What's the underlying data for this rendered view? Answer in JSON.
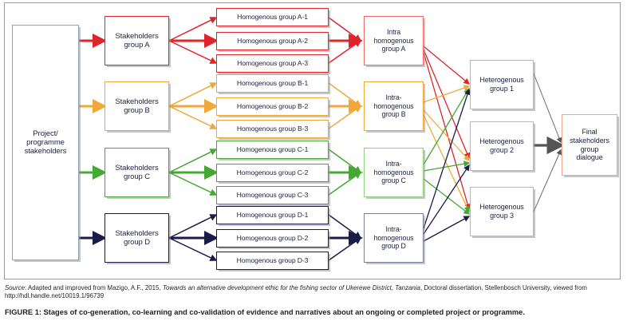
{
  "figure": {
    "root": {
      "label": "Project/\nprogramme\nstakeholders"
    },
    "stakeholder_groups": [
      {
        "id": "A",
        "label": "Stakeholders\ngroup A",
        "color": "#e0242b"
      },
      {
        "id": "B",
        "label": "Stakeholders\ngroup B",
        "color": "#f0a938"
      },
      {
        "id": "C",
        "label": "Stakeholders\ngroup C",
        "color": "#44a832"
      },
      {
        "id": "D",
        "label": "Stakeholders\ngroup D",
        "color": "#1b1b4a"
      }
    ],
    "homogenous_groups": [
      {
        "label": "Homogenous group A-1"
      },
      {
        "label": "Homogenous group A-2"
      },
      {
        "label": "Homogenous group A-3"
      },
      {
        "label": "Homogenous group B-1"
      },
      {
        "label": "Homogenous group B-2"
      },
      {
        "label": "Homogenous group B-3"
      },
      {
        "label": "Homogenous group C-1"
      },
      {
        "label": "Homogenous group C-2"
      },
      {
        "label": "Homogenous group C-3"
      },
      {
        "label": "Homogenous group D-1"
      },
      {
        "label": "Homogenous group D-2"
      },
      {
        "label": "Homogenous group D-3"
      }
    ],
    "intra_homogenous_groups": [
      {
        "label": "Intra\nhomogenous\ngroup A",
        "color": "#f06a6a"
      },
      {
        "label": "Intra-\nhomogenous\ngroup B",
        "color": "#f0a938"
      },
      {
        "label": "Intra-\nhomogenous\ngroup C",
        "color": "#8ed07a"
      },
      {
        "label": "Intra-\nhomogenous\ngroup D",
        "color": "#7b7f9e"
      }
    ],
    "heterogenous_groups": [
      {
        "label": "Heterogenous\ngroup 1"
      },
      {
        "label": "Heterogenous\ngroup 2"
      },
      {
        "label": "Heterogenous\ngroup 3"
      }
    ],
    "final": {
      "label": "Final\nstakeholders\ngroup\ndialogue",
      "color": "#f4a58e"
    }
  },
  "source": {
    "prefix": "Source",
    "text_before_title": ": Adapted and improved from Mazigo, A.F., 2015, ",
    "title": "Towards an alternative development ethic for the fishing sector of Ukerewe District, Tanzania",
    "text_after_title": ", Doctoral dissertation, Stellenbosch University, viewed from http://hdl.handle.net/10019.1/96739"
  },
  "caption": {
    "text": "FIGURE 1: Stages of co-generation, co-learning and co-validation of evidence and narratives about an ongoing or completed project or programme."
  },
  "colors": {
    "red": "#e0242b",
    "orange": "#f0a938",
    "green": "#44a832",
    "navy": "#1b1b4a",
    "gray": "#555555",
    "frame": "#9a9a9a",
    "root_border": "#8fa2bd"
  }
}
